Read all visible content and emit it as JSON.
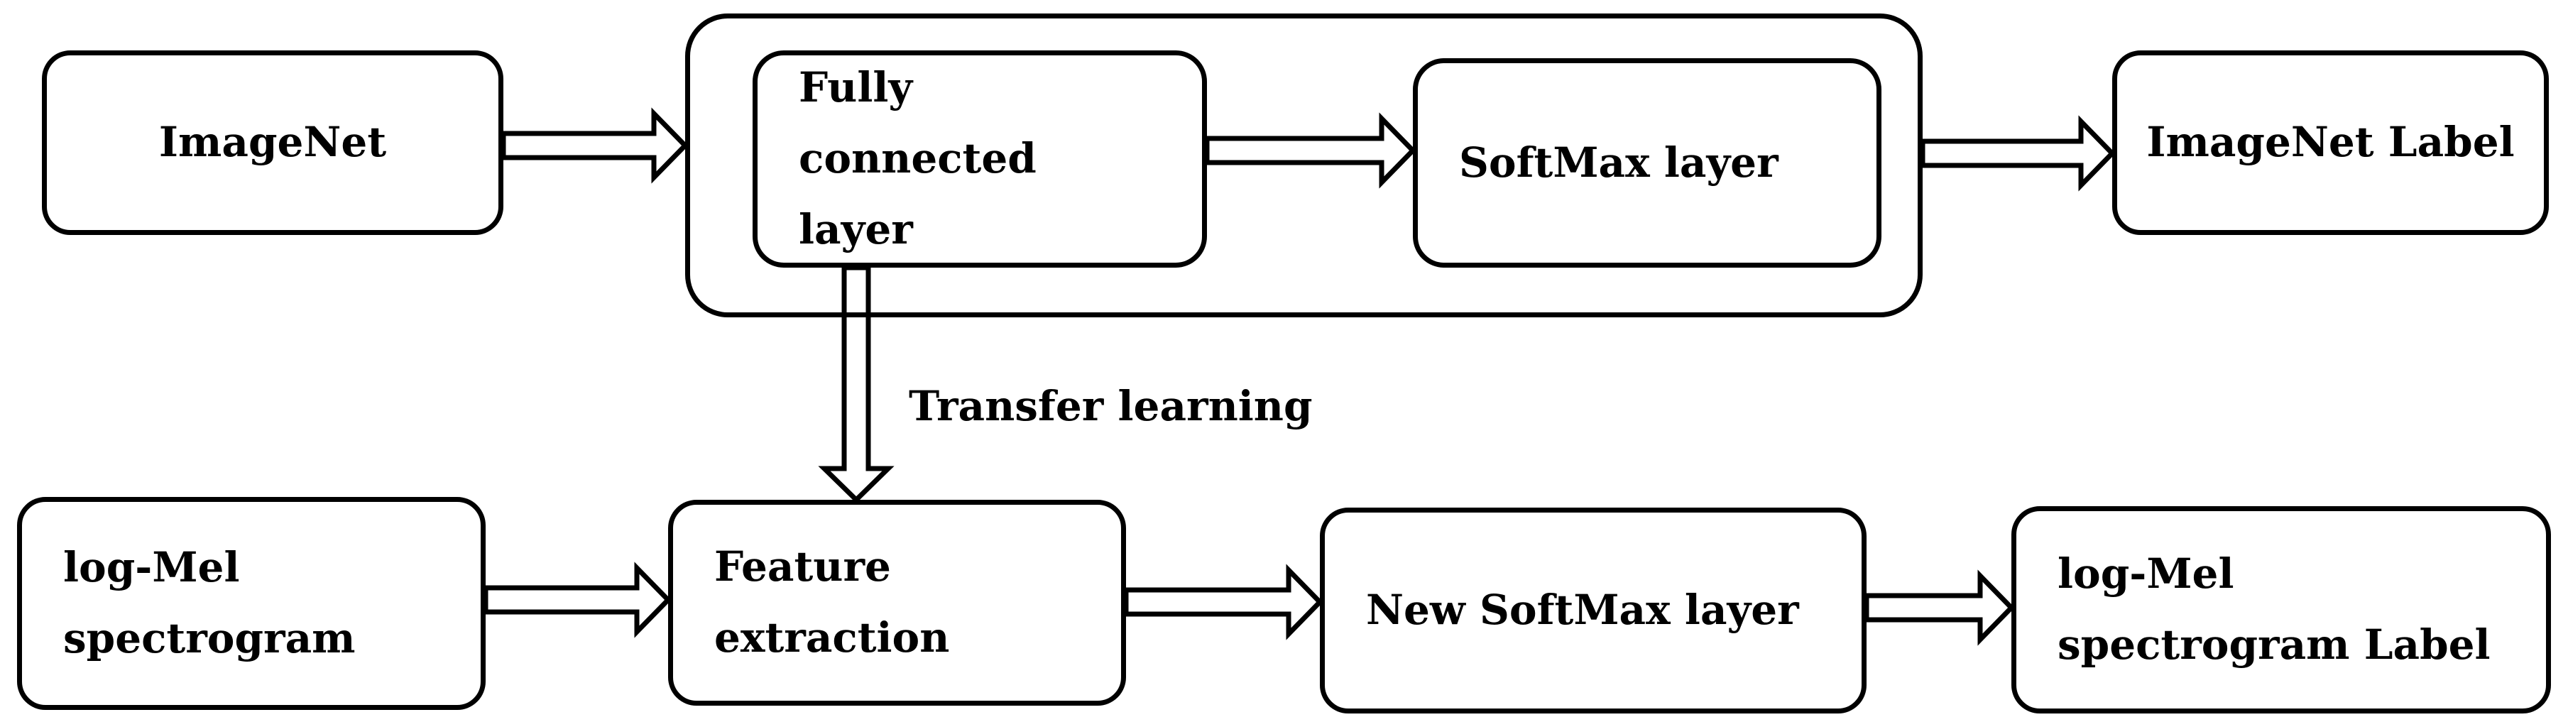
{
  "figure": {
    "type": "flow-diagram",
    "background": "#ffffff",
    "stroke_color": "#000000",
    "text_color": "#000000"
  },
  "nodes": {
    "imagenet": "ImageNet",
    "fully_connected": "Fully connected layer",
    "softmax": "SoftMax layer",
    "imagenet_label": "ImageNet Label",
    "log_mel": "log-Mel spectrogram",
    "feature_extraction": "Feature extraction",
    "new_softmax": "New SoftMax layer",
    "log_mel_label": "log-Mel spectrogram Label"
  },
  "labels": {
    "transfer_learning": "Transfer learning"
  },
  "edges": [
    {
      "from": "ImageNet",
      "to": "Fully connected layer",
      "label": ""
    },
    {
      "from": "Fully connected layer",
      "to": "SoftMax layer",
      "label": ""
    },
    {
      "from": "SoftMax layer",
      "to": "ImageNet Label",
      "label": ""
    },
    {
      "from": "Fully connected layer",
      "to": "Feature extraction",
      "label": "Transfer learning"
    },
    {
      "from": "log-Mel spectrogram",
      "to": "Feature extraction",
      "label": ""
    },
    {
      "from": "Feature extraction",
      "to": "New SoftMax layer",
      "label": ""
    },
    {
      "from": "New SoftMax layer",
      "to": "log-Mel spectrogram Label",
      "label": ""
    }
  ]
}
